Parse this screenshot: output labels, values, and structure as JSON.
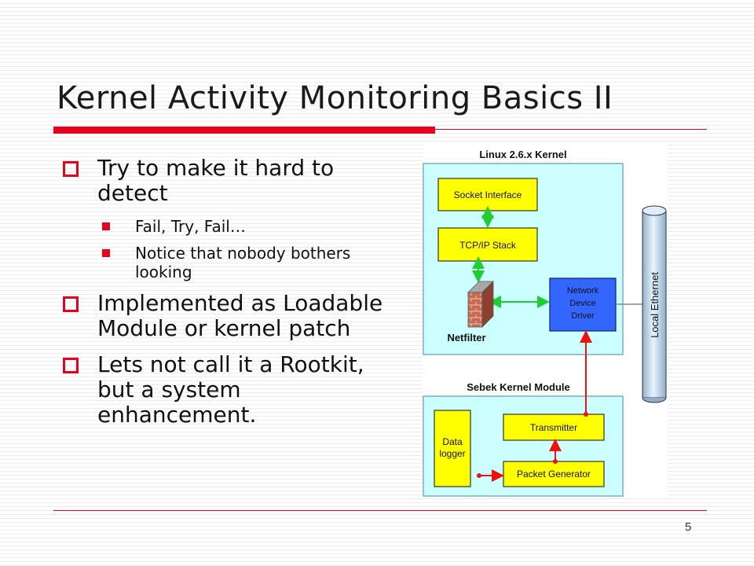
{
  "slide": {
    "title": "Kernel Activity Monitoring Basics II",
    "page_number": "5",
    "accent_color": "#e8001c"
  },
  "bullets": [
    {
      "text": "Try to make it hard to detect",
      "sub": [
        "Fail, Try, Fail…",
        "Notice that nobody bothers looking"
      ]
    },
    {
      "text": "Implemented as Loadable Module or kernel patch",
      "sub": []
    },
    {
      "text": "Lets not call it a Rootkit, but a system enhancement.",
      "sub": []
    }
  ],
  "diagram": {
    "kernel_title": "Linux 2.6.x Kernel",
    "module_title": "Sebek Kernel Module",
    "socket_interface": "Socket Interface",
    "tcpip_stack": "TCP/IP Stack",
    "netfilter": "Netfilter",
    "network_driver": [
      "Network",
      "Device",
      "Driver"
    ],
    "local_ethernet": "Local Ethernet",
    "transmitter": "Transmitter",
    "data_logger": [
      "Data",
      "logger"
    ],
    "packet_generator": "Packet Generator",
    "colors": {
      "panel_fill": "#ccffff",
      "panel_stroke": "#7faacc",
      "yellow_box": "#ffff00",
      "driver_box": "#3366ff",
      "green_arrow": "#22cc33",
      "red_arrow": "#ee1111"
    }
  }
}
